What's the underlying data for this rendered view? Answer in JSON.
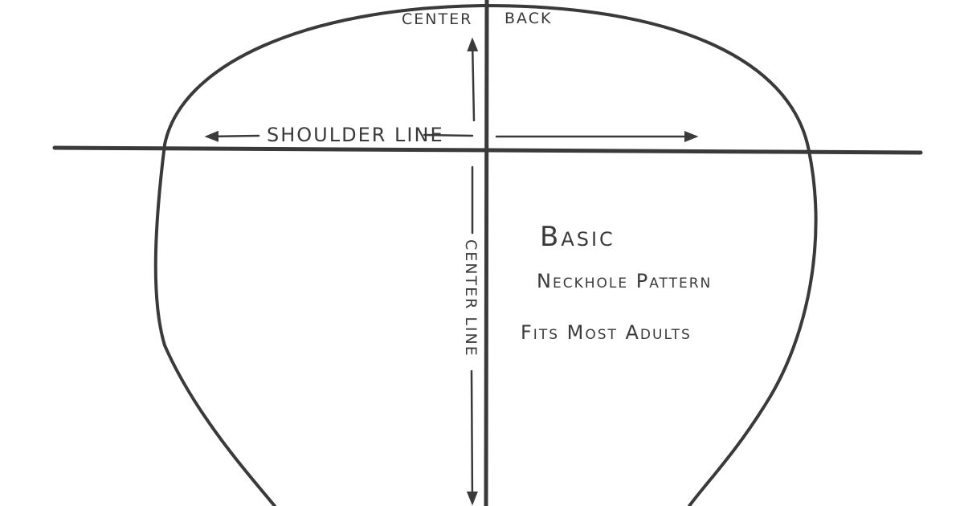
{
  "labels": {
    "center_back_left": "CENTER",
    "center_back_right": "BACK",
    "shoulder_line": "SHOULDER LINE",
    "center_line": "CENTER LINE",
    "title_line1": "Basic",
    "title_line2": "Neckhole Pattern",
    "title_line3": "Fits Most Adults"
  },
  "colors": {
    "ink": "#3a3a3a",
    "background": "#ffffff"
  }
}
